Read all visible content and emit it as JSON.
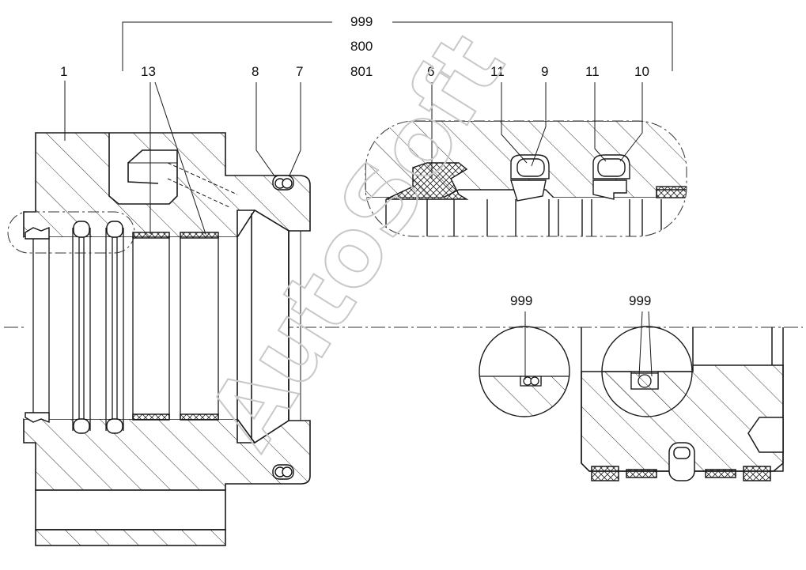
{
  "labels": {
    "assembly": "999",
    "alt1": "800",
    "alt2": "801",
    "part_1": "1",
    "part_13": "13",
    "part_8": "8",
    "part_7": "7",
    "part_6": "6",
    "part_11a": "11",
    "part_9": "9",
    "part_11b": "11",
    "part_10": "10",
    "detail_left": "999",
    "detail_right": "999"
  },
  "watermark": "AutoSoft",
  "colors": {
    "line": "#1a1a1a",
    "hatch": "#333333",
    "watermark": "#cfcfcf",
    "background": "#ffffff"
  }
}
